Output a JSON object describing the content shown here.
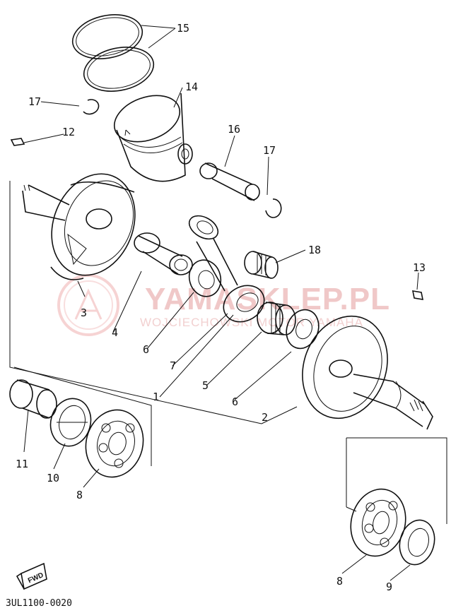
{
  "watermark": {
    "title": "YAMASKLEP.PL",
    "subtitle": "WOJCIECHOWSKI MOTOR YAMAHA"
  },
  "callouts": {
    "p15": "15",
    "p14": "14",
    "p17a": "17",
    "p12": "12",
    "p16": "16",
    "p17b": "17",
    "p18": "18",
    "p13": "13",
    "p3": "3",
    "p4": "4",
    "p6a": "6",
    "p7": "7",
    "p1": "1",
    "p5": "5",
    "p6b": "6",
    "p2": "2",
    "p11": "11",
    "p10": "10",
    "p8a": "8",
    "p8b": "8",
    "p9": "9"
  },
  "fwd_label": "FWD",
  "diagram_code": "3UL1100-0020",
  "icons": {
    "watermark_logo": "yamaha-tuning-fork-logo",
    "forward_arrow": "forward-arrow-icon"
  }
}
